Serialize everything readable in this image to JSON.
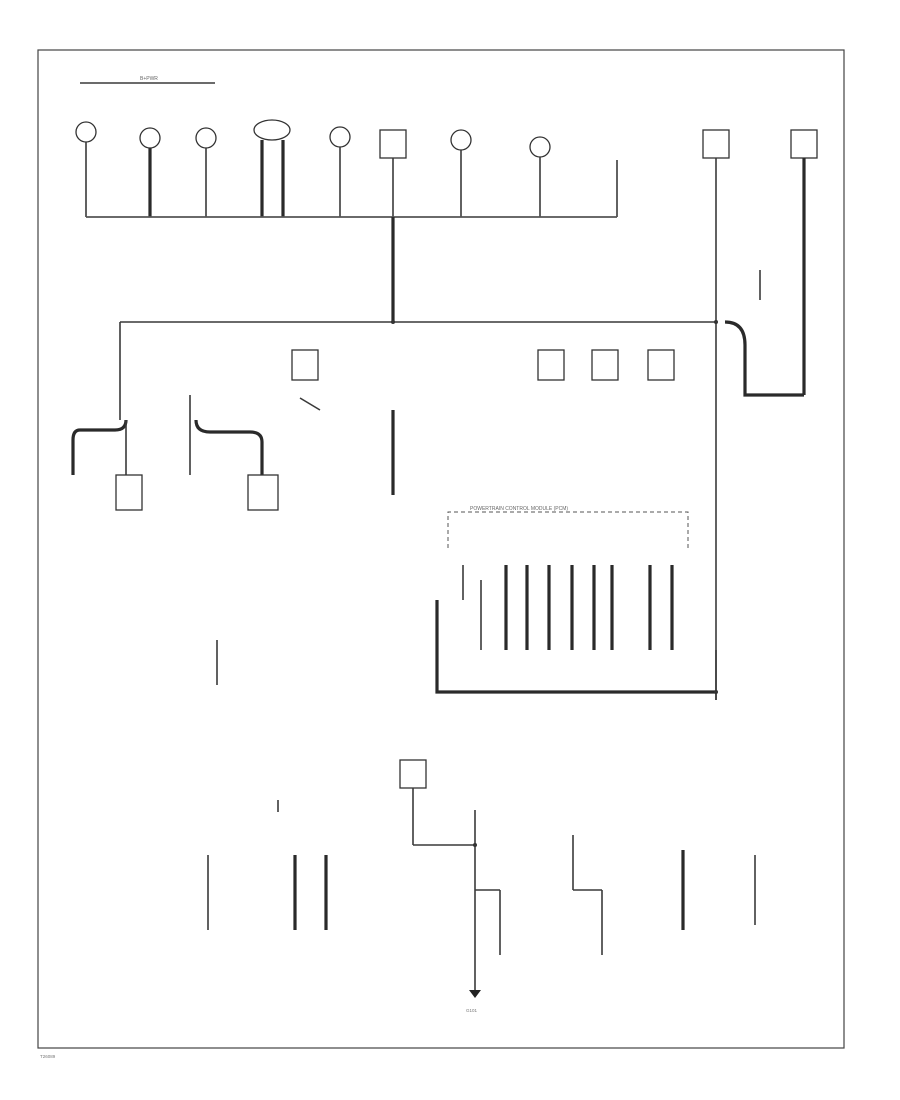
{
  "diagram": {
    "top_label": "B+PWR",
    "footer_code": "T26089",
    "pcm_label": "POWERTRAIN CONTROL MODULE (PCM)",
    "ground_label": "G101"
  }
}
